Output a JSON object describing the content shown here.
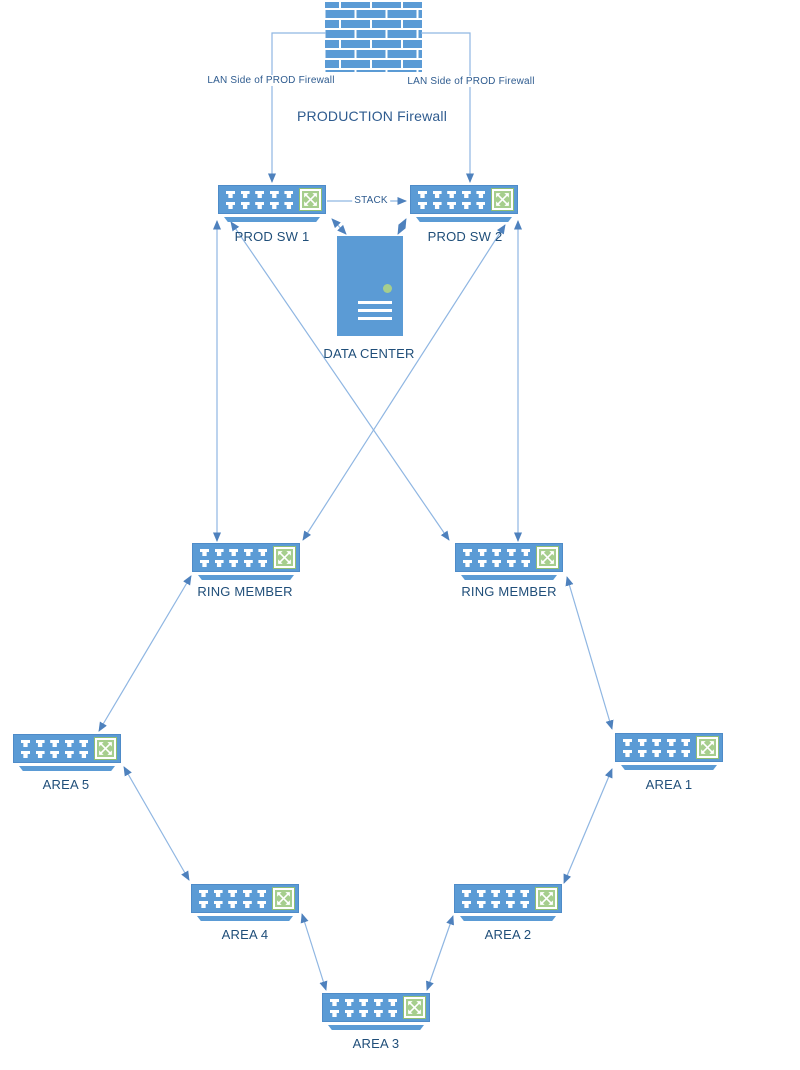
{
  "diagram": {
    "firewall": {
      "name_label": "PRODUCTION Firewall",
      "lan_side_label": "LAN Side of PROD Firewall",
      "icon": "brick-wall"
    },
    "links": {
      "stack_label": "STACK"
    },
    "nodes": {
      "prod_sw_1": "PROD SW 1",
      "prod_sw_2": "PROD SW 2",
      "data_center": "DATA CENTER",
      "ring_member_left": "RING MEMBER",
      "ring_member_right": "RING MEMBER",
      "area_5": "AREA 5",
      "area_1": "AREA 1",
      "area_4": "AREA 4",
      "area_2": "AREA 2",
      "area_3": "AREA 3"
    },
    "icons": {
      "switch": "workgroup-switch-with-crossed-arrows-module",
      "server": "server-tower-with-led-and-vents",
      "firewall": "brick-wall",
      "connector": "double-headed-arrow"
    },
    "colors": {
      "node_blue": "#5B9BD5",
      "module_green": "#A6CE8D",
      "line_blue": "#8FB6E2",
      "arrow_blue": "#4E81BD",
      "label_navy": "#1F4E79"
    }
  }
}
